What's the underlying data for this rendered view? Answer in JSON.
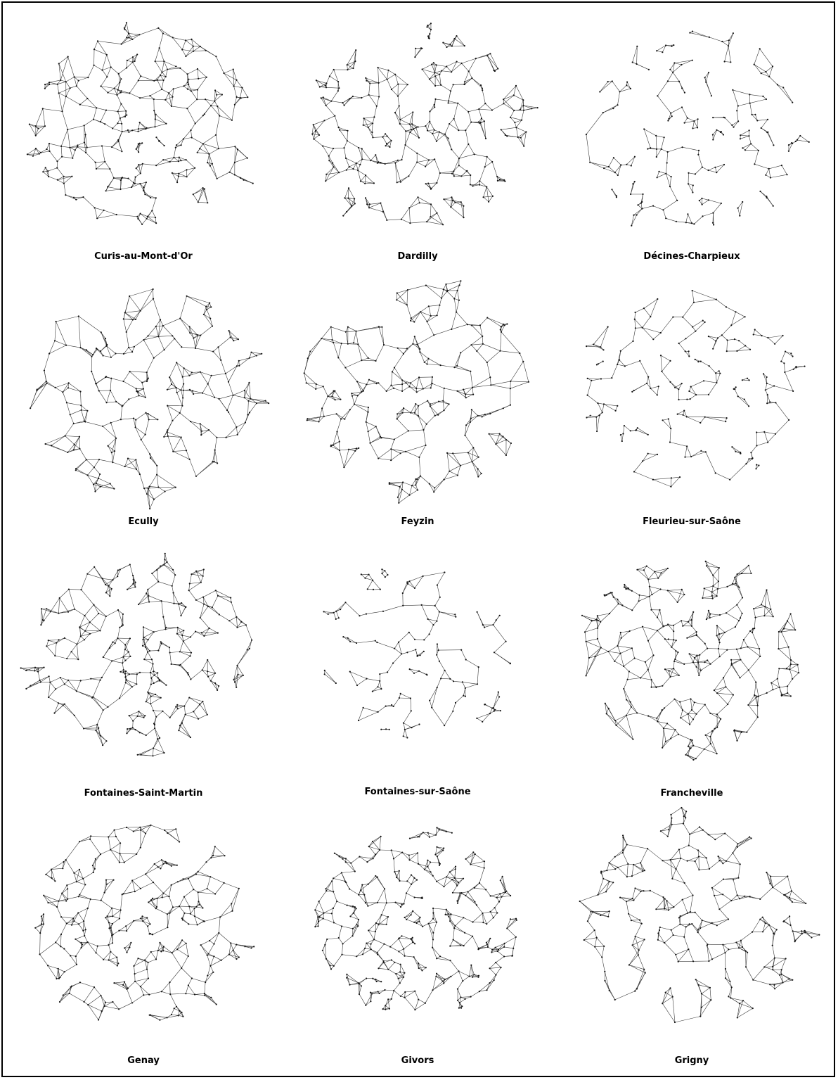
{
  "figure": {
    "colors": {
      "edge": "#3a3a3a",
      "node": "#111111",
      "background": "#ffffff"
    },
    "panels": [
      {
        "name": "Curis-au-Mont-d'Or",
        "style": "dense"
      },
      {
        "name": "Dardilly",
        "style": "dense"
      },
      {
        "name": "Décines-Charpieux",
        "style": "sparse"
      },
      {
        "name": "Ecully",
        "style": "medium"
      },
      {
        "name": "Feyzin",
        "style": "medium"
      },
      {
        "name": "Fleurieu-sur-Saône",
        "style": "sparse"
      },
      {
        "name": "Fontaines-Saint-Martin",
        "style": "dense"
      },
      {
        "name": "Fontaines-sur-Saône",
        "style": "very-sparse"
      },
      {
        "name": "Francheville",
        "style": "dense"
      },
      {
        "name": "Genay",
        "style": "dense"
      },
      {
        "name": "Givors",
        "style": "very-dense"
      },
      {
        "name": "Grigny",
        "style": "medium"
      }
    ]
  }
}
